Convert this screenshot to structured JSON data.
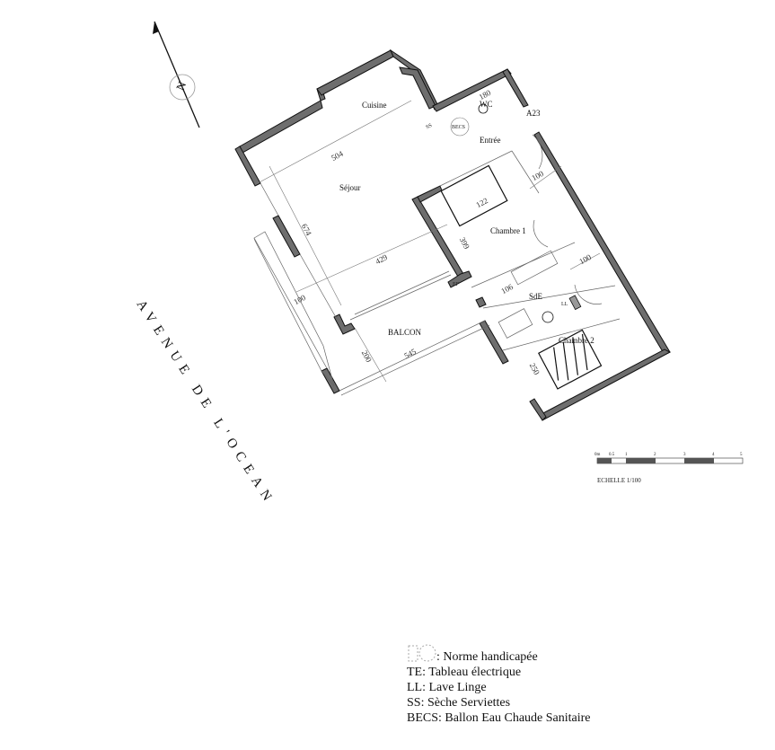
{
  "rooms": {
    "cuisine": "Cuisine",
    "sejour": "Séjour",
    "entree": "Entrée",
    "chambre1": "Chambre 1",
    "sde": "SdE",
    "balcon": "BALCON",
    "chambre2": "Chambre 2",
    "wc": "WC",
    "apartment": "A23"
  },
  "fixtures": {
    "becs": "BECS",
    "ep": "EP",
    "ll": "LL",
    "ss": "SS"
  },
  "dimensions": {
    "d504": "504",
    "d674": "674",
    "d429": "429",
    "d100a": "100",
    "d200": "200",
    "d545": "545",
    "d399": "399",
    "d100b": "100",
    "d100c": "100",
    "d106": "106",
    "d250": "250",
    "d180": "180",
    "d122": "122"
  },
  "street": "AVENUE DE L'OCEAN",
  "north": "N",
  "scale": {
    "ticks": [
      "0m",
      "0.5",
      "1",
      "2",
      "3",
      "4",
      "5"
    ],
    "label": "ECHELLE 1/100"
  },
  "legend": [
    ": Norme handicapée",
    "TE: Tableau électrique",
    "LL: Lave Linge",
    "SS: Sèche Serviettes",
    "BECS: Ballon Eau Chaude Sanitaire"
  ],
  "colors": {
    "wall": "#6e6e6e",
    "line": "#666666"
  }
}
